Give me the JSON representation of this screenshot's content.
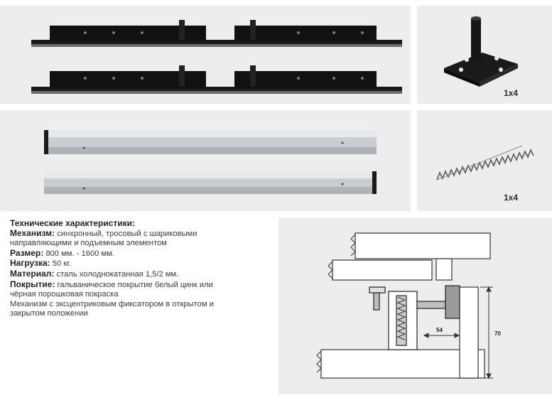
{
  "products": {
    "flange_qty": "1x4",
    "spring_qty": "1x4"
  },
  "specs": {
    "title": "Технические характеристики:",
    "mechanism_label": "Механизм:",
    "mechanism_text": " синхронный,  тросовый с шариковыми",
    "mechanism_text2": "направляющими и подъемным элементом",
    "size_label": "Размер:",
    "size_text": " 800 мм. - 1600 мм.",
    "load_label": "Нагрузка:",
    "load_text": " 50 кг.",
    "material_label": "Материал:",
    "material_text": " сталь холоднокатанная 1,5/2 мм.",
    "coating_label": "Покрытие:",
    "coating_text": " гальваническое покрытие белый цинк или",
    "coating_text2": "чёрная порошковая покраска",
    "note_line1": "Механизм с эксцентриковым фиксатором в открытом и",
    "note_line2": "закрытом положении"
  },
  "drawing": {
    "dim_width": "54",
    "dim_height": "70"
  }
}
